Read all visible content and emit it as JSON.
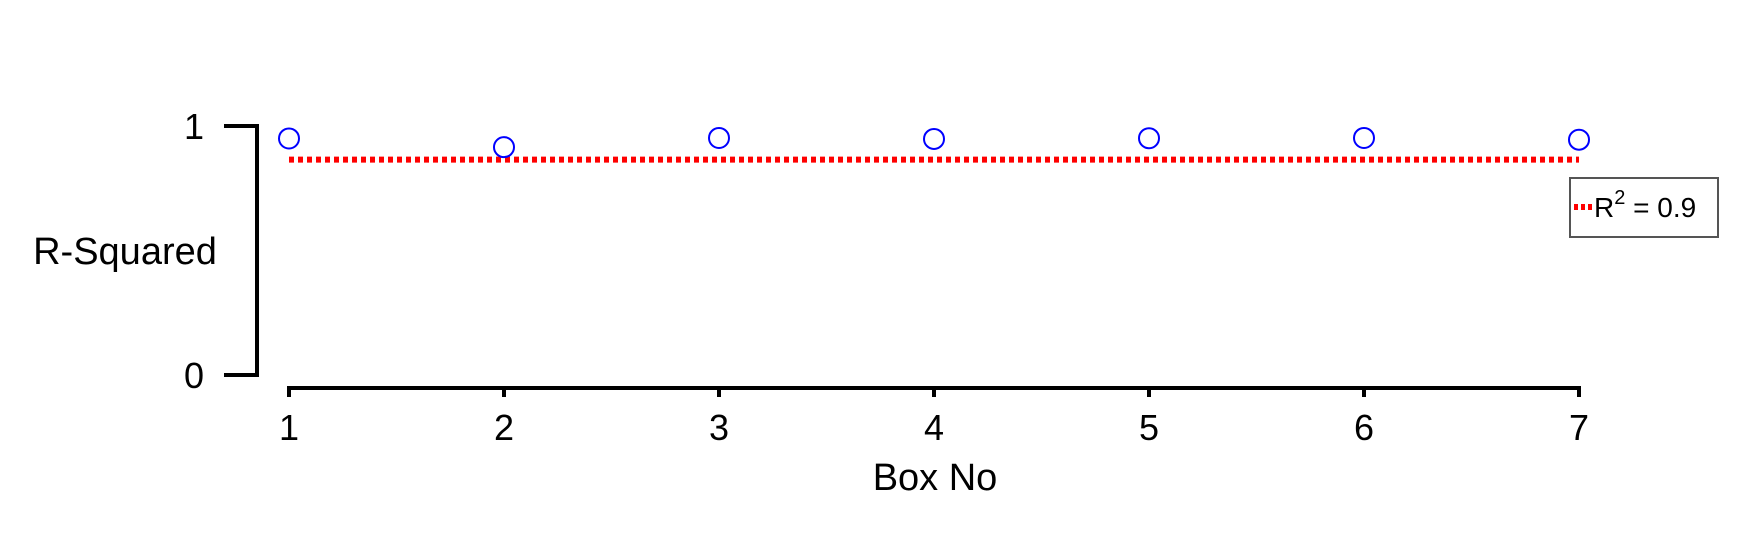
{
  "chart_data": {
    "type": "scatter",
    "title": "",
    "xlabel": "Box No",
    "ylabel": "R-Squared",
    "xlim": [
      1,
      7
    ],
    "ylim": [
      0,
      1
    ],
    "xticks": [
      "1",
      "2",
      "3",
      "4",
      "5",
      "6",
      "7"
    ],
    "yticks": [
      "0",
      "1"
    ],
    "grid": false,
    "series": [
      {
        "marker": "open-circle",
        "color": "#0000ff",
        "x": [
          1,
          2,
          3,
          4,
          5,
          6,
          7
        ],
        "y": [
          0.95,
          0.915,
          0.952,
          0.948,
          0.951,
          0.952,
          0.945
        ]
      }
    ],
    "reference_line": {
      "y": 0.865,
      "style": "dotted",
      "color": "#ff0000"
    },
    "legend": {
      "position": "right",
      "label_base": "R",
      "label_sup": "2",
      "label_rest": " = 0.9"
    }
  }
}
